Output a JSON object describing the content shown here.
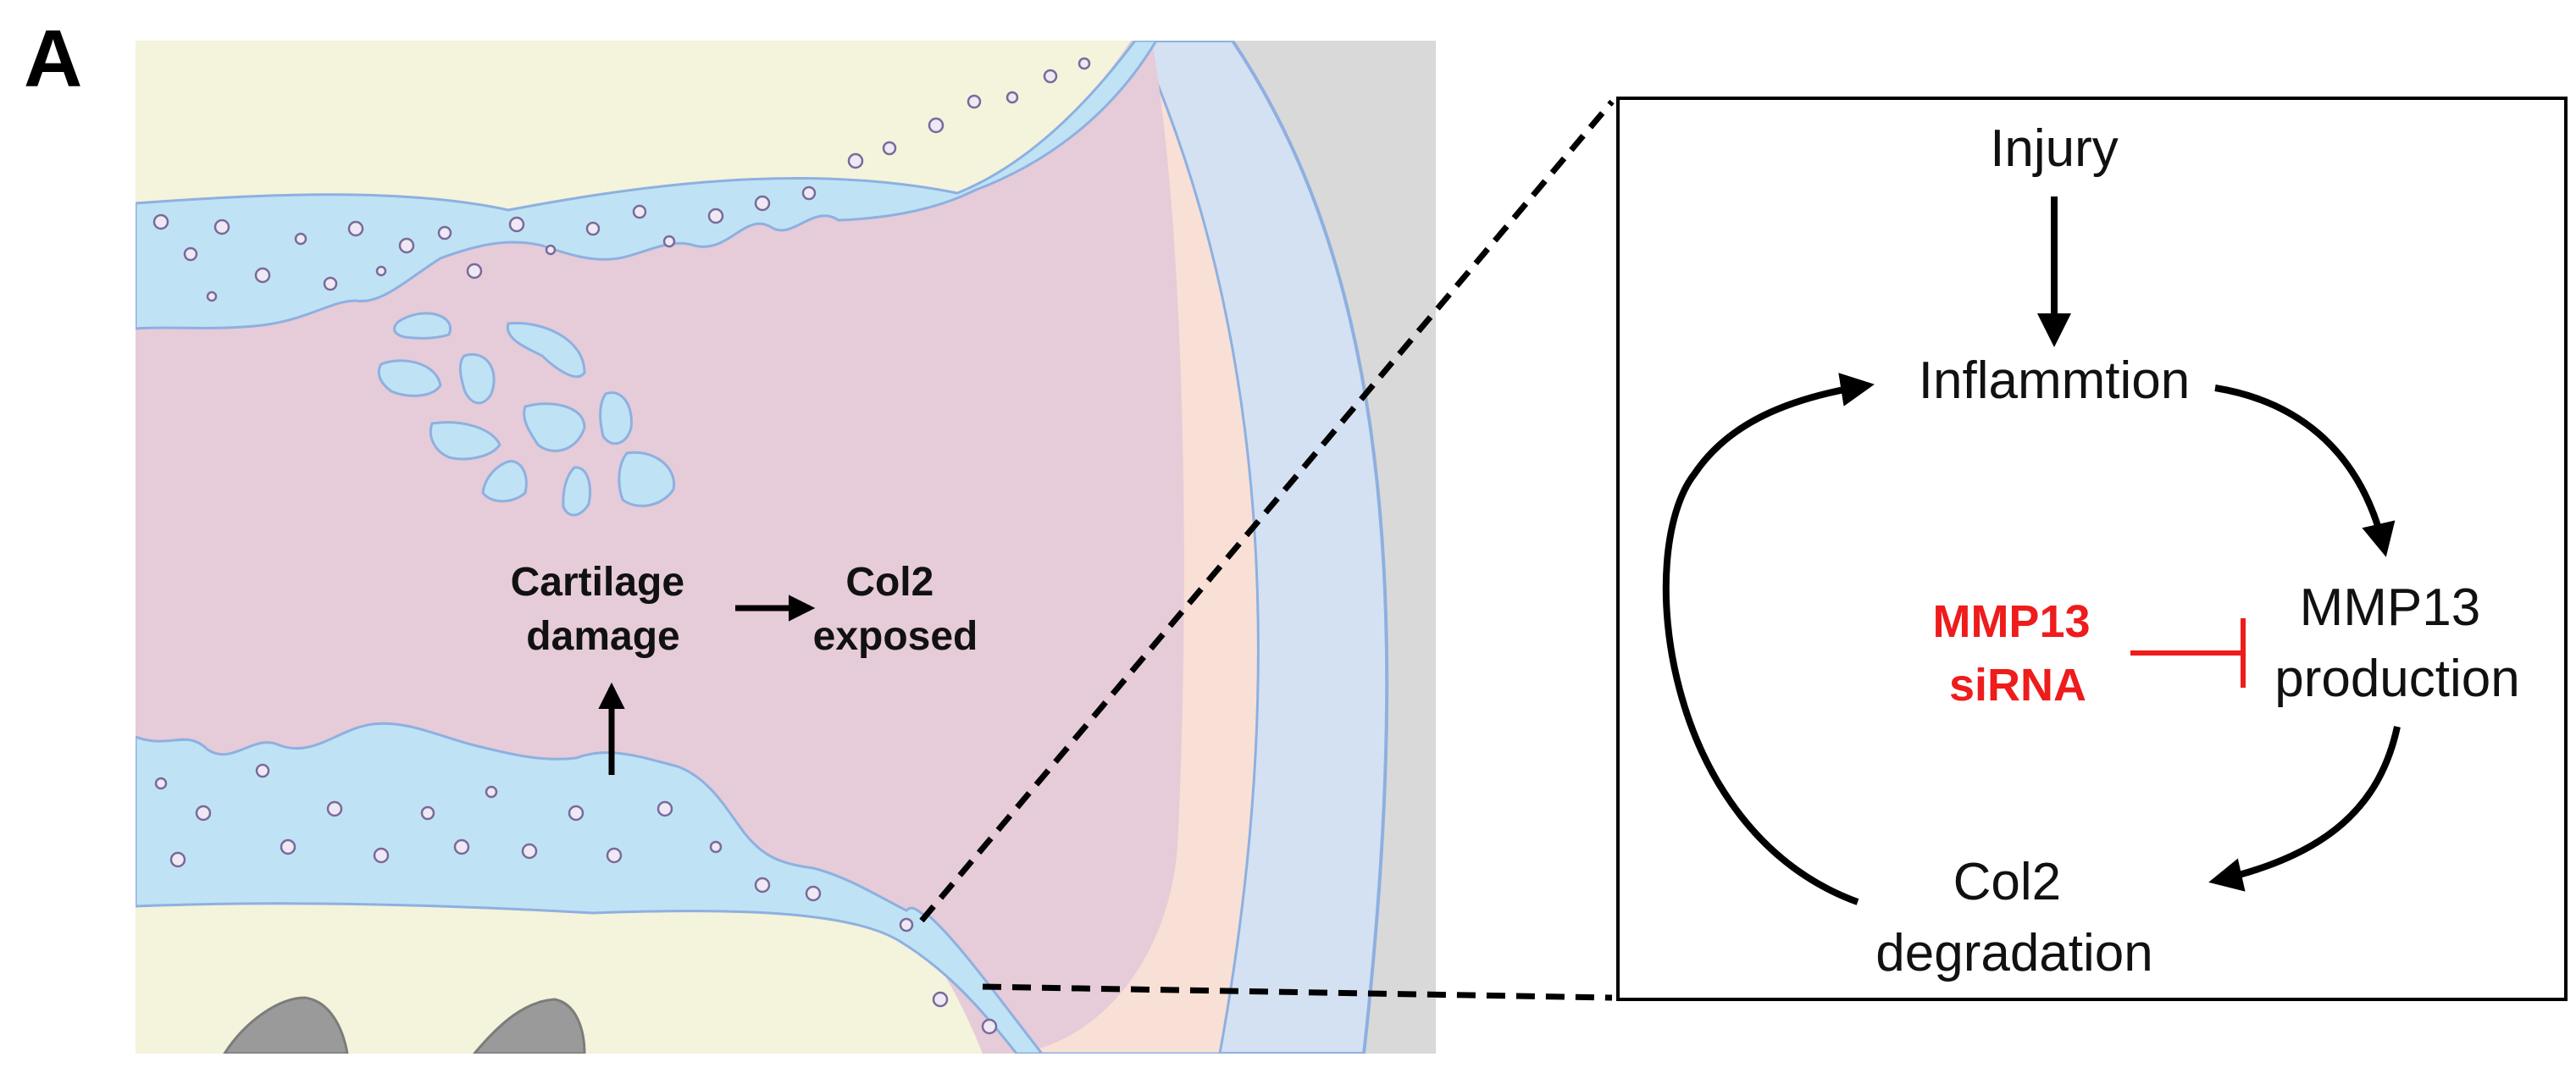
{
  "panel_label": "A",
  "left_panel": {
    "damage_label": [
      "Cartilage",
      "damage"
    ],
    "exposed_label": [
      "Col2",
      "exposed"
    ]
  },
  "right_panel": {
    "injury": "Injury",
    "inflammation": "Inflammtion",
    "mmp13_production": [
      "MMP13",
      "production"
    ],
    "col2_degradation": [
      "Col2",
      "degradation"
    ],
    "sirna": [
      "MMP13",
      "siRNA"
    ]
  },
  "colors": {
    "bone": "#f4f3dc",
    "cartilage": "#bfe3f5",
    "cartilage_edge": "#8eb0e0",
    "synovial_space": "#e6cbd8",
    "capsule_inner": "#f8e0d6",
    "capsule_outer": "#d4e1f3",
    "outer_grey": "#d9d9d9",
    "inhibitor": "#ee1c1c"
  }
}
